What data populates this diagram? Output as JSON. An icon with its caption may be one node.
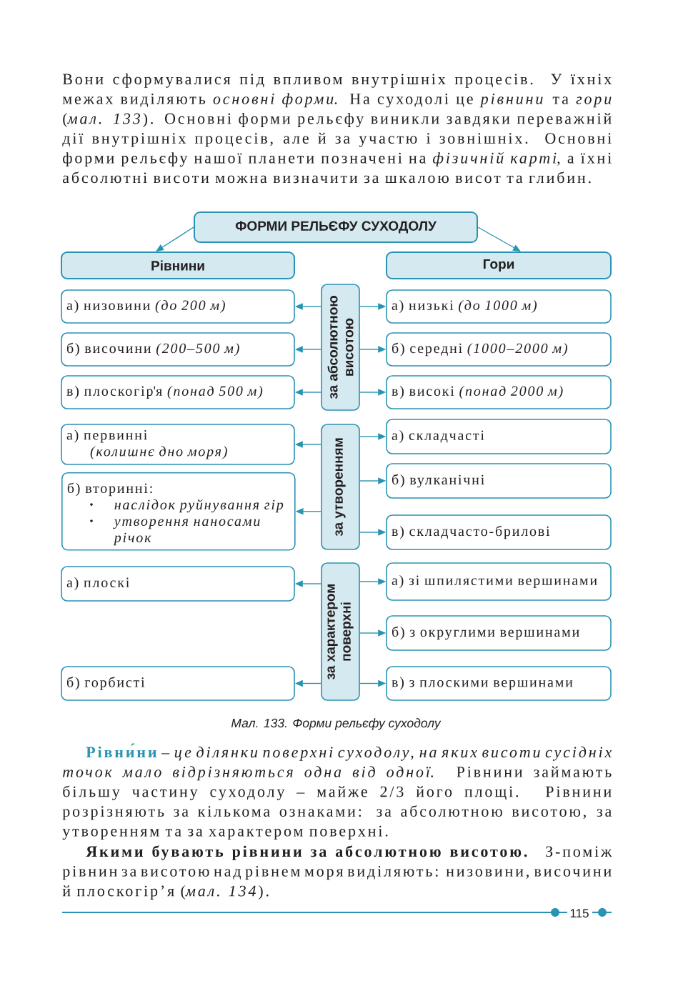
{
  "diagram": {
    "caption": "Мал. 133. Форми рельєфу суходолу",
    "nodes": [
      {
        "text": [
          "ФОРМИ РЕЛЬЄФУ СУХОДОЛУ"
        ]
      },
      {
        "text": [
          "Рівнини"
        ]
      },
      {
        "text": [
          "Гори"
        ]
      },
      {
        "text": [
          "а) низовини *(до 200 м)*"
        ]
      },
      {
        "text": [
          "за абсолютною висотою"
        ]
      },
      {
        "text": [
          "а) низькі *(до 1000 м)*"
        ]
      },
      {
        "text": [
          "б) височини *(200–500 м)*"
        ]
      },
      {
        "text": [
          "б) середні *(1000–2000 м)*"
        ]
      },
      {
        "text": [
          "в) плоскогір'я *(понад 500 м)*"
        ]
      },
      {
        "text": [
          "в) високі *(понад 2000 м)*"
        ]
      },
      {
        "text": [
          "а) первинні",
          "(колишнє дно моря)"
        ]
      },
      {
        "text": [
          "за утворенням"
        ]
      },
      {
        "text": [
          "а) складчасті"
        ]
      },
      {
        "text": [
          "б) вулканічні"
        ]
      },
      {
        "text": [
          "б) вторинні:",
          "наслідок руйнування гір",
          "утворення наносами річок"
        ]
      },
      {
        "text": [
          "в) складчасто-брилові"
        ]
      },
      {
        "text": [
          "а) плоскі"
        ]
      },
      {
        "text": [
          "за характером поверхні"
        ]
      },
      {
        "text": [
          "а) зі шпилястими вершинами"
        ]
      },
      {
        "text": [
          "б) з округлими вершинами"
        ]
      },
      {
        "text": [
          "б) горбисті"
        ]
      },
      {
        "text": [
          "в) з плоскими вершинами"
        ]
      }
    ],
    "edges": [
      {
        "from": 0,
        "to": 1,
        "arrow": "to"
      },
      {
        "from": 0,
        "to": 2,
        "arrow": "to"
      },
      {
        "from": 4,
        "to": 3,
        "arrow": "to"
      },
      {
        "from": 4,
        "to": 5,
        "arrow": "to"
      },
      {
        "from": 4,
        "to": 6,
        "arrow": "to"
      },
      {
        "from": 4,
        "to": 7,
        "arrow": "to"
      },
      {
        "from": 4,
        "to": 8,
        "arrow": "to"
      },
      {
        "from": 4,
        "to": 9,
        "arrow": "to"
      },
      {
        "from": 11,
        "to": 10,
        "arrow": "to"
      },
      {
        "from": 11,
        "to": 12,
        "arrow": "to"
      },
      {
        "from": 11,
        "to": 13,
        "arrow": "to"
      },
      {
        "from": 11,
        "to": 14,
        "arrow": "to"
      },
      {
        "from": 11,
        "to": 15,
        "arrow": "to"
      },
      {
        "from": 17,
        "to": 16,
        "arrow": "to"
      },
      {
        "from": 17,
        "to": 18,
        "arrow": "to"
      },
      {
        "from": 17,
        "to": 19,
        "arrow": "to"
      },
      {
        "from": 17,
        "to": 20,
        "arrow": "to"
      },
      {
        "from": 17,
        "to": 21,
        "arrow": "to"
      }
    ],
    "labels": [
      "Вони сформувалися під впливом внутрішніх процесів. У їхніх межах виділяють *основні форми*. На суходолі це *рівнини* та *гори* (*мал. 133*). Основні форми рельєфу виникли завдяки переважній дії внутрішніх процесів, але й за участю і зовнішніх. Основні форми рельєфу нашої планети позначені на *фізичній карті*, а їхні абсолютні висоти можна визначити за шкалою висот та глибин.",
      "**Рівни́ни** – *це ділянки поверхні суходолу, на яких висоти сусідніх точок мало відрізняються одна від одної*. Рівнини займають більшу частину суходолу – майже 2/3 його площі. Рівнини розрізняють за кількома ознаками: за абсолютною висотою, за утворенням та за характером поверхні.",
      "**Якими бувають рівнини за абсолютною висотою.** З-поміж рівнин за висотою над рівнем моря виділяють: низовини, височини й плоскогір’я (*мал. 134*).",
      "115"
    ]
  }
}
